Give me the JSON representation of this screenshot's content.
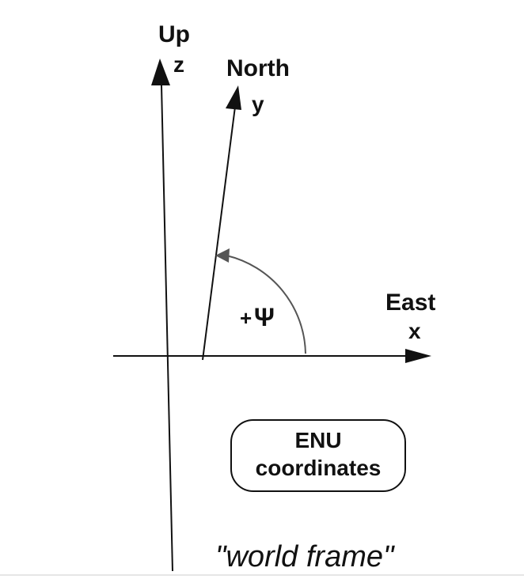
{
  "axes": {
    "up_label": "Up",
    "z_label": "z",
    "north_label": "North",
    "y_label": "y",
    "east_label": "East",
    "x_label": "x"
  },
  "angle": {
    "sign": "+",
    "symbol": "Ψ"
  },
  "badge": {
    "line1": "ENU",
    "line2": "coordinates"
  },
  "caption": "\"world frame\"",
  "colors": {
    "ink": "#111111",
    "arc": "#555555",
    "background": "#ffffff"
  }
}
